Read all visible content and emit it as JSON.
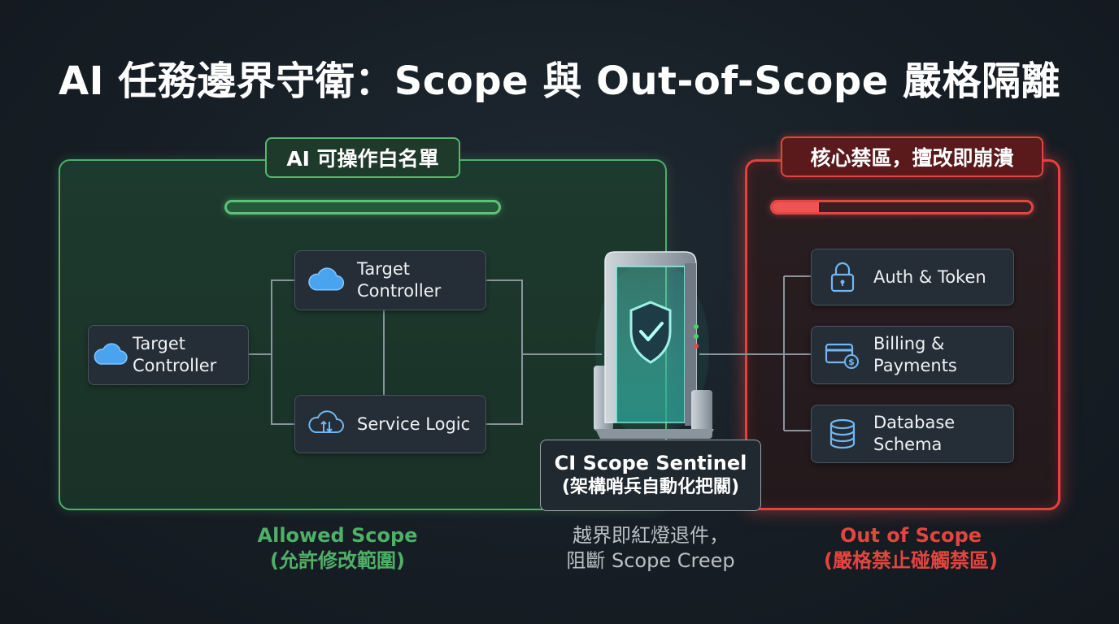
{
  "title": "AI 任務邊界守衛：Scope 與 Out-of-Scope 嚴格隔離",
  "allowed_zone": {
    "badge": "AI 可操作白名單",
    "caption_line1": "Allowed Scope",
    "caption_line2": "(允許修改範圍)",
    "nodes": [
      {
        "label": "Target\nController",
        "icon": "cloud-icon"
      },
      {
        "label": "Target\nController",
        "icon": "cloud-icon"
      },
      {
        "label": "Service Logic",
        "icon": "cloud-sync-icon"
      }
    ]
  },
  "sentinel": {
    "title": "CI Scope Sentinel",
    "subtitle": "(架構哨兵自動化把關)",
    "caption_line1": "越界即紅燈退件，",
    "caption_line2": "阻斷 Scope Creep",
    "icon": "shield-check-gate-icon"
  },
  "out_zone": {
    "badge": "核心禁區，擅改即崩潰",
    "caption_line1": "Out of Scope",
    "caption_line2": "(嚴格禁止碰觸禁區)",
    "nodes": [
      {
        "label": "Auth & Token",
        "icon": "lock-icon"
      },
      {
        "label": "Billing &\nPayments",
        "icon": "credit-card-icon"
      },
      {
        "label": "Database\nSchema",
        "icon": "database-icon"
      }
    ]
  },
  "colors": {
    "allowed": "#4fae6a",
    "out_of_scope": "#e8403f",
    "background": "#161d24"
  },
  "red_bar_fill_fraction": 0.18
}
